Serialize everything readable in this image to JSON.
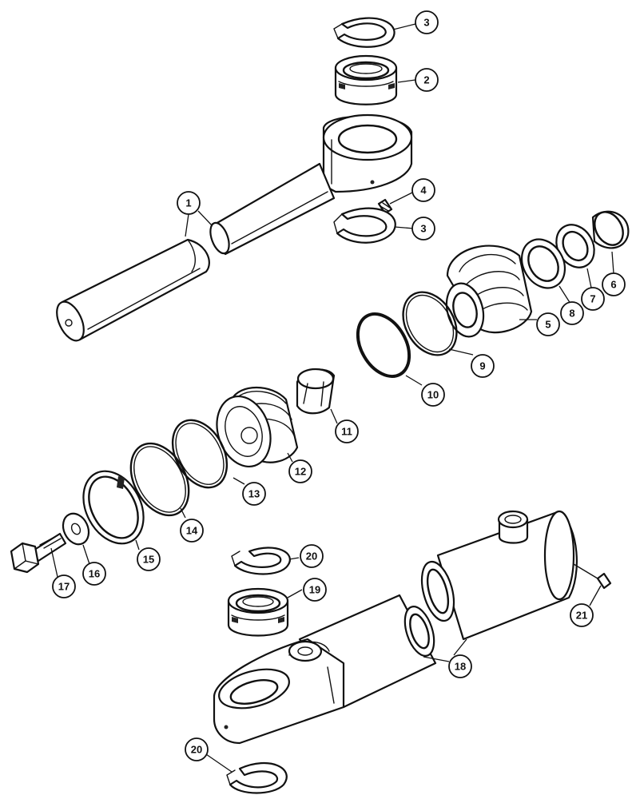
{
  "callouts": [
    {
      "id": "c3a",
      "label": "3"
    },
    {
      "id": "c2",
      "label": "2"
    },
    {
      "id": "c4",
      "label": "4"
    },
    {
      "id": "c1",
      "label": "1"
    },
    {
      "id": "c3b",
      "label": "3"
    },
    {
      "id": "c6",
      "label": "6"
    },
    {
      "id": "c7",
      "label": "7"
    },
    {
      "id": "c8",
      "label": "8"
    },
    {
      "id": "c5",
      "label": "5"
    },
    {
      "id": "c9",
      "label": "9"
    },
    {
      "id": "c10",
      "label": "10"
    },
    {
      "id": "c11",
      "label": "11"
    },
    {
      "id": "c12",
      "label": "12"
    },
    {
      "id": "c13",
      "label": "13"
    },
    {
      "id": "c14",
      "label": "14"
    },
    {
      "id": "c15",
      "label": "15"
    },
    {
      "id": "c16",
      "label": "16"
    },
    {
      "id": "c17",
      "label": "17"
    },
    {
      "id": "c20a",
      "label": "20"
    },
    {
      "id": "c19",
      "label": "19"
    },
    {
      "id": "c21",
      "label": "21"
    },
    {
      "id": "c18",
      "label": "18"
    },
    {
      "id": "c20b",
      "label": "20"
    }
  ]
}
